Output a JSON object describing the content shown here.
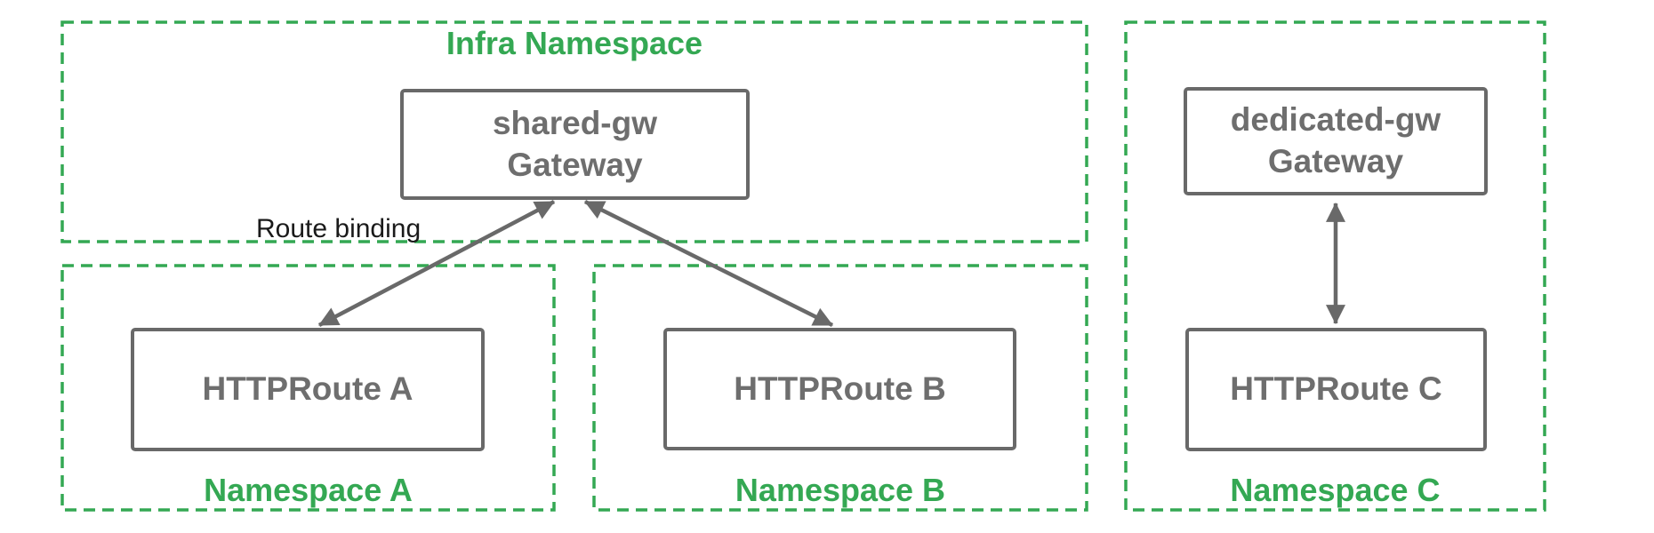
{
  "colors": {
    "namespace_green": "#34A853",
    "node_gray": "#696969",
    "node_text_gray": "#6E6E6E",
    "annotation_black": "#1A1A1A",
    "background": "#FFFFFF"
  },
  "namespaces": {
    "infra": {
      "label": "Infra Namespace"
    },
    "a": {
      "label": "Namespace A"
    },
    "b": {
      "label": "Namespace B"
    },
    "c": {
      "label": "Namespace C"
    }
  },
  "nodes": {
    "shared_gw": {
      "name": "shared-gw",
      "kind": "Gateway"
    },
    "dedicated_gw": {
      "name": "dedicated-gw",
      "kind": "Gateway"
    },
    "route_a": {
      "label": "HTTPRoute A"
    },
    "route_b": {
      "label": "HTTPRoute B"
    },
    "route_c": {
      "label": "HTTPRoute C"
    }
  },
  "annotations": {
    "route_binding": "Route binding"
  },
  "edges": [
    {
      "from": "HTTPRoute A",
      "to": "shared-gw Gateway",
      "direction": "both"
    },
    {
      "from": "HTTPRoute B",
      "to": "shared-gw Gateway",
      "direction": "both"
    },
    {
      "from": "HTTPRoute C",
      "to": "dedicated-gw Gateway",
      "direction": "both"
    }
  ]
}
